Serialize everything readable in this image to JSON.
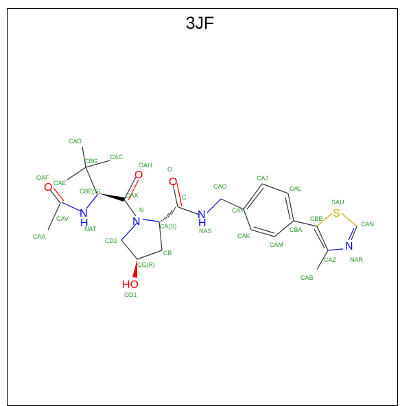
{
  "title": "3JF",
  "atoms": {
    "O_acetyl": "O",
    "O_amide1": "O",
    "O_amide2": "O",
    "N_NAT": "N",
    "H_NAT": "H",
    "N_ring": "N",
    "N_NAS": "N",
    "H_NAS": "H",
    "N_NAR": "N",
    "S_SAU": "S",
    "HO": "HO"
  },
  "labels": {
    "CAD": "CAD",
    "CBG": "CBG",
    "CAC": "CAC",
    "OAF": "OAF",
    "CAE": "CAE",
    "CBE": "CBE(S)",
    "CAX": "CAX",
    "OAH": "OAH",
    "CAV": "CAV",
    "CAA": "CAA",
    "NAT": "NAT",
    "N": "N",
    "CD2": "CD2",
    "CG": "CG(R)",
    "OD1": "OD1",
    "CB": "CB",
    "CA": "CA(S)",
    "C": "C",
    "O": "O",
    "NAS": "NAS",
    "CAO": "CAO",
    "CAY": "CAY",
    "CAJ": "CAJ",
    "CAL": "CAL",
    "CAK": "CAK",
    "CAM": "CAM",
    "CBA": "CBA",
    "CBB": "CBB",
    "SAU": "SAU",
    "CAN": "CAN",
    "NAR": "NAR",
    "CAZ": "CAZ",
    "CAB": "CAB"
  }
}
